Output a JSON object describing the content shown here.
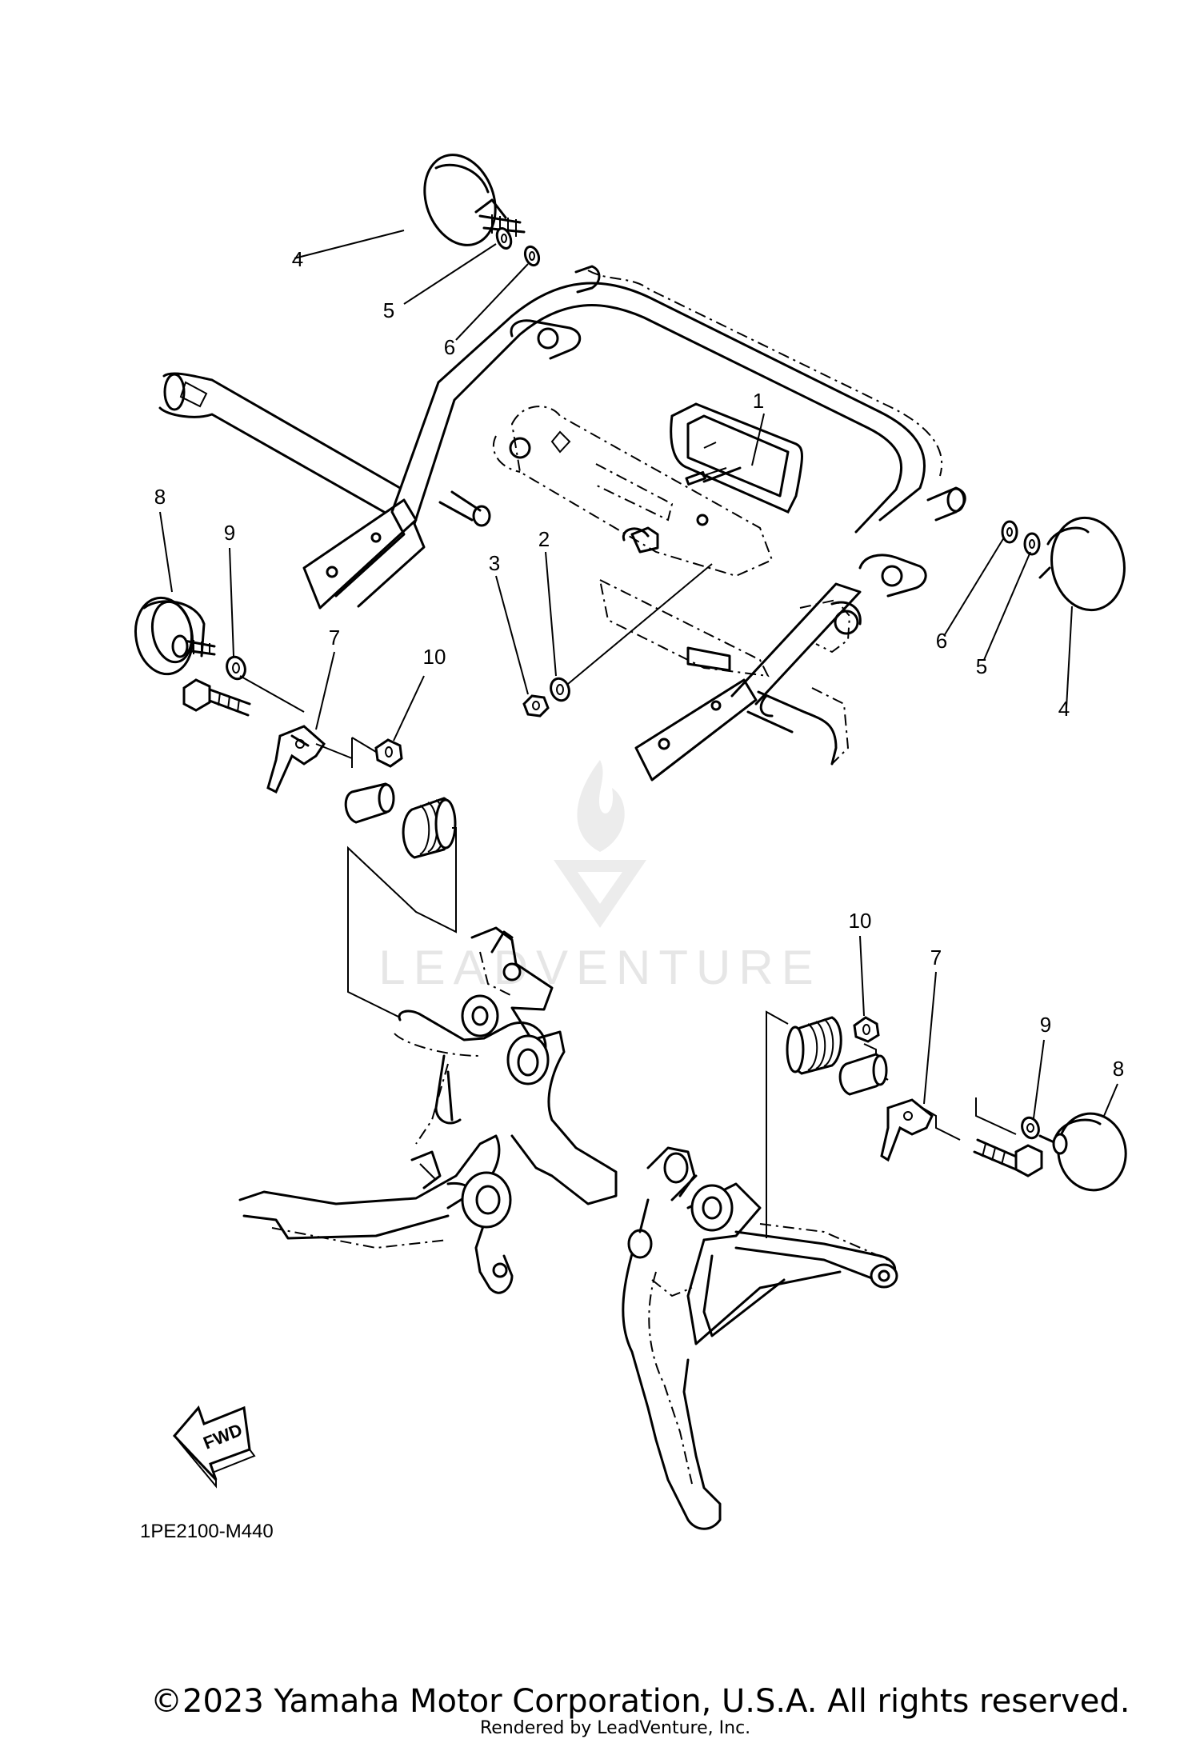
{
  "callouts": {
    "c1": "1",
    "c2": "2",
    "c3": "3",
    "c4a": "4",
    "c5a": "5",
    "c6a": "6",
    "c4b": "4",
    "c5b": "5",
    "c6b": "6",
    "c8a": "8",
    "c9a": "9",
    "c7a": "7",
    "c10a": "10",
    "c10b": "10",
    "c7b": "7",
    "c9b": "9",
    "c8b": "8"
  },
  "watermark": {
    "text": "LEADVENTURE"
  },
  "fwd_label": "FWD",
  "diagram_code": "1PE2100-M440",
  "copyright": "©2023 Yamaha Motor Corporation, U.S.A. All rights reserved.",
  "rendered_by": "Rendered by LeadVenture, Inc."
}
